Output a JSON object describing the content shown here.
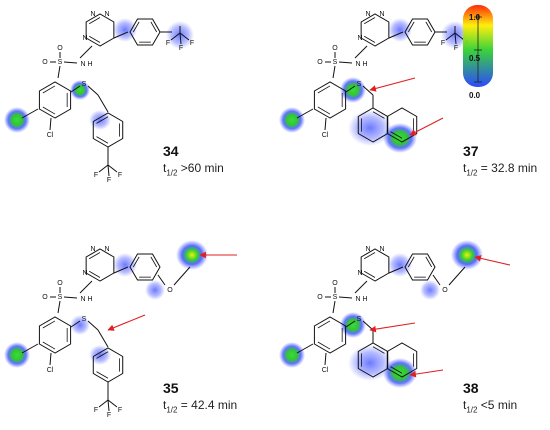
{
  "compounds": [
    {
      "id": "34",
      "half_life_prefix": "t",
      "half_life_sub": "1/2",
      "half_life_value": " >60 min",
      "linker_atom": "S",
      "tail": "cf3-benzyl"
    },
    {
      "id": "37",
      "half_life_prefix": "t",
      "half_life_sub": "1/2",
      "half_life_value": " = 32.8 min",
      "linker_atom": "S",
      "tail": "naphthyl"
    },
    {
      "id": "35",
      "half_life_prefix": "t",
      "half_life_sub": "1/2",
      "half_life_value": " = 42.4 min",
      "linker_atom": "S",
      "tail": "cf3-benzyl"
    },
    {
      "id": "38",
      "half_life_prefix": "t",
      "half_life_sub": "1/2",
      "half_life_value": " <5 min",
      "linker_atom": "S",
      "tail": "naphthyl"
    }
  ],
  "atoms": {
    "cl": "Cl",
    "s": "S",
    "o": "O",
    "n": "N",
    "h": "H",
    "f": "F"
  },
  "legend": {
    "max": "1.0",
    "mid": "0.5",
    "min": "0.0"
  },
  "colors": {
    "hot": "#ff2000",
    "warm": "#ffee00",
    "mid": "#30d030",
    "cool": "#2040ff",
    "arrow": "#e02020"
  }
}
